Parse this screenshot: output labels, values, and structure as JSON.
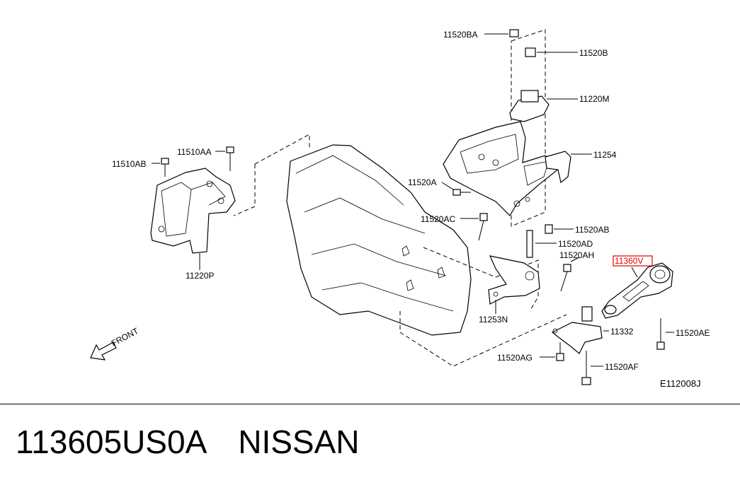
{
  "labels": {
    "p11520BA": "11520BA",
    "p11520B": "11520B",
    "p11220M": "11220M",
    "p11254": "11254",
    "p11520A": "11520A",
    "p11520AC": "11520AC",
    "p11520AB": "11520AB",
    "p11520AD": "11520AD",
    "p11520AH": "11520AH",
    "p11253N": "11253N",
    "p11510AB": "11510AB",
    "p11510AA": "11510AA",
    "p11220P": "11220P",
    "p11360V": "11360V",
    "p11332": "11332",
    "p11520AE": "11520AE",
    "p11520AG": "11520AG",
    "p11520AF": "11520AF",
    "front": "FRONT",
    "code": "E112008J"
  },
  "highlight_color": "#e00000",
  "footer": {
    "part_number": "113605US0A",
    "brand": "NISSAN"
  }
}
